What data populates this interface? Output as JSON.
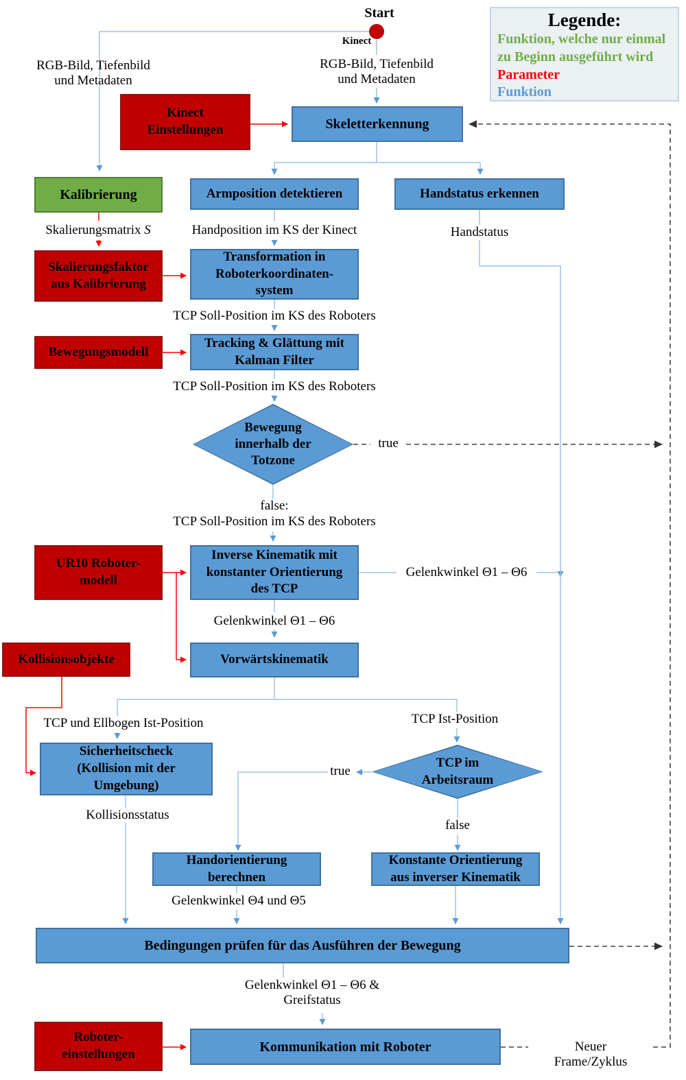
{
  "colors": {
    "function_box": "#5B9BD5",
    "function_box_border": "#41719C",
    "parameter_box": "#C00000",
    "init_function_box": "#70AD47",
    "flow_line_blue": "#9DC3E6",
    "parameter_line_red": "#FF0000",
    "cycle_line_dashed": "#404040",
    "start_dot": "#C00000",
    "legend_background": "#EBF0F3"
  },
  "start": {
    "label": "Start",
    "device": "Kinect"
  },
  "legend": {
    "title": "Legende:",
    "items": [
      {
        "label": "Funktion, welche nur einmal zu Beginn ausgeführt wird",
        "color": "#70AD47"
      },
      {
        "label": "Parameter",
        "color": "#FF0000"
      },
      {
        "label": "Funktion",
        "color": "#5B9BD5"
      }
    ]
  },
  "nodes": {
    "kinect_einstellungen": "Kinect\nEinstellungen",
    "skeletterkennung": "Skeletterkennung",
    "kalibrierung": "Kalibrierung",
    "armposition": "Armposition detektieren",
    "handstatus_erkennen": "Handstatus erkennen",
    "skalierungsfaktor": "Skalierungsfaktor\naus Kalibrierung",
    "transformation": "Transformation in\nRoboterkoordinaten-\nsystem",
    "bewegungsmodell": "Bewegungsmodell",
    "tracking": "Tracking & Glättung mit\nKalman Filter",
    "totzone": "Bewegung\ninnerhalb der\nTotzone",
    "ur10": "UR10 Roboter-\nmodell",
    "inverse_kinematik": "Inverse Kinematik mit\nkonstanter Orientierung\ndes TCP",
    "kollisionsobjekte": "Kollisionsobjekte",
    "vorwaertskinematik": "Vorwärtskinematik",
    "sicherheitscheck": "Sicherheitscheck\n(Kollision mit der\nUmgebung)",
    "tcp_arbeitsraum": "TCP im\nArbeitsraum",
    "handorientierung": "Handorientierung\nberechnen",
    "konstante_orientierung": "Konstante Orientierung\naus inverser Kinematik",
    "bedingungen": "Bedingungen prüfen für das Ausführen der Bewegung",
    "roboter_einstellungen": "Roboter-\neinstellungen",
    "kommunikation": "Kommunikation mit Roboter"
  },
  "labels": {
    "rgb_left": "RGB-Bild, Tiefenbild\nund Metadaten",
    "rgb_mid": "RGB-Bild, Tiefenbild\nund Metadaten",
    "skalierungsmatrix_text": "Skalierungsmatrix ",
    "skalierungsmatrix_var": "S",
    "handposition": "Handposition im KS der Kinect",
    "handstatus": "Handstatus",
    "tcp_soll_1": "TCP Soll-Position im KS des Roboters",
    "tcp_soll_2": "TCP Soll-Position im KS des Roboters",
    "true_totzone": "true",
    "false_totzone": "false:",
    "tcp_soll_3": "TCP Soll-Position im KS des Roboters",
    "gelenkwinkel_right": "Gelenkwinkel Θ1 – Θ6",
    "gelenkwinkel_below": "Gelenkwinkel Θ1 – Θ6",
    "tcp_ellbogen": "TCP und Ellbogen Ist-Position",
    "tcp_ist": "TCP Ist-Position",
    "true_arbeitsraum": "true",
    "false_arbeitsraum": "false",
    "kollisionsstatus": "Kollisionsstatus",
    "gelenkwinkel_45": "Gelenkwinkel Θ4 und Θ5",
    "gelenkwinkel_greif": "Gelenkwinkel Θ1 – Θ6 &\nGreifstatus",
    "neuer_frame": "Neuer Frame/Zyklus"
  }
}
